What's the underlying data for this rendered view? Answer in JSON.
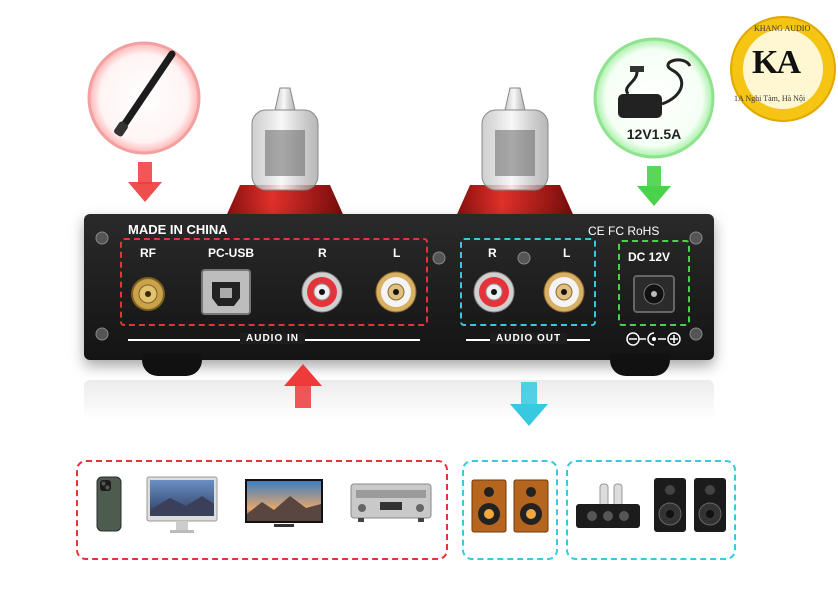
{
  "panel": {
    "made_in": "MADE IN CHINA",
    "certifications": "CE FC RoHS",
    "rf_label": "RF",
    "usb_label": "PC-USB",
    "in_r_label": "R",
    "in_l_label": "L",
    "out_r_label": "R",
    "out_l_label": "L",
    "dc_label": "DC 12V",
    "audio_in_label": "AUDIO IN",
    "audio_out_label": "AUDIO OUT"
  },
  "power_adapter": {
    "label": "12V1.5A"
  },
  "logo": {
    "monogram": "KA",
    "top_text": "KHANG AUDIO",
    "bottom_text": "1A Nghi Tàm, Hà Nội"
  },
  "colors": {
    "input_red": "#e5333a",
    "output_cyan": "#36c9e0",
    "power_green": "#49d24a",
    "panel": "#1c1c1c",
    "tube_red": "#c41d1d",
    "logo_gold": "#f6c514"
  }
}
